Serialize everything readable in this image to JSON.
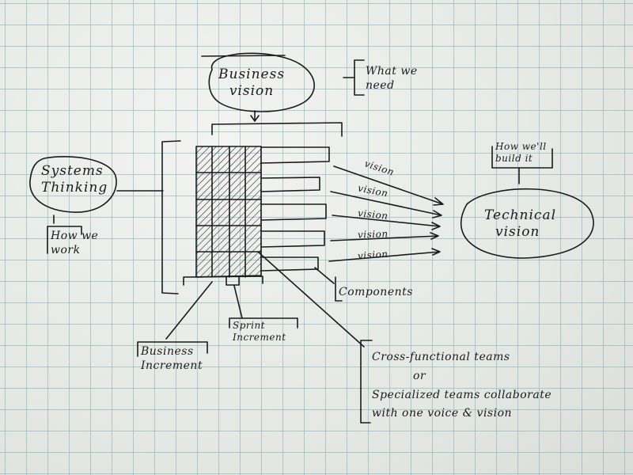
{
  "nodes": {
    "business_vision": [
      "Business",
      "vision"
    ],
    "what_we_need": [
      "What we",
      "need"
    ],
    "systems_thinking": [
      "Systems",
      "Thinking"
    ],
    "how_we_work": [
      "How we",
      "work"
    ],
    "how_well_build_it": [
      "How we'll",
      "build it"
    ],
    "technical_vision": [
      "Technical",
      "vision"
    ],
    "components": "Components",
    "sprint_increment": [
      "Sprint",
      "Increment"
    ],
    "business_increment": [
      "Business",
      "Increment"
    ],
    "teams_note": [
      "Cross-functional teams",
      "or",
      "Specialized teams collaborate",
      "with one voice & vision"
    ]
  },
  "arrow_labels": [
    "vision",
    "vision",
    "vision",
    "vision",
    "vision"
  ],
  "colors": {
    "ink": "#1b1b1f",
    "grid": "#78afb9",
    "paper": "#eef0ec"
  }
}
